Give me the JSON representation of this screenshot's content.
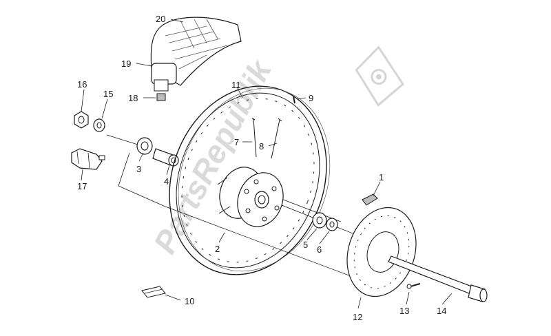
{
  "watermark": {
    "text": "PartsRepublik",
    "color": "#d9d9d9"
  },
  "colors": {
    "line": "#1a1a1a",
    "part_fill": "#ffffff",
    "shade": "#bdbdbd",
    "background": "#ffffff"
  },
  "callouts": {
    "c1": "1",
    "c2": "2",
    "c3": "3",
    "c4": "4",
    "c5": "5",
    "c6": "6",
    "c7": "7",
    "c8": "8",
    "c9": "9",
    "c10": "10",
    "c11": "11",
    "c12": "12",
    "c13": "13",
    "c14": "14",
    "c15": "15",
    "c16": "16",
    "c17": "17",
    "c18": "18",
    "c19": "19",
    "c20": "20"
  }
}
